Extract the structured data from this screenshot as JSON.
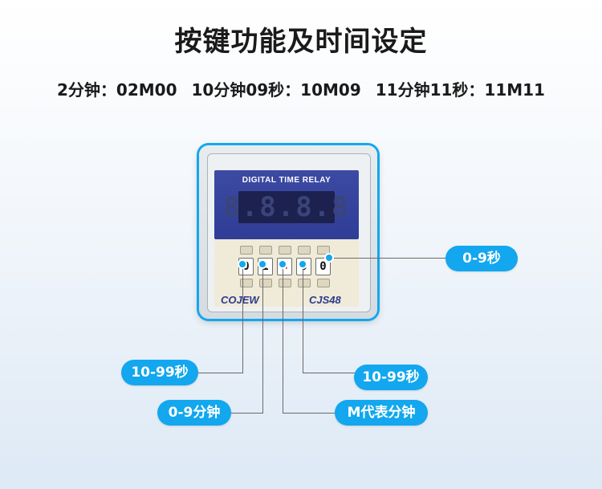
{
  "title": "按键功能及时间设定",
  "examples": [
    "2分钟：02M00",
    "10分钟09秒：10M09",
    "11分钟11秒：11M11"
  ],
  "device": {
    "panel_label": "DIGITAL TIME RELAY",
    "display": "8.8.8.8",
    "digits": [
      "0",
      "1",
      "M",
      "0",
      "0"
    ],
    "brand": "COJEW",
    "model": "CJS48"
  },
  "callouts": {
    "seconds_units": "0-9秒",
    "minutes_tens": "10-99秒",
    "minutes_units": "0-9分钟",
    "mode": "M代表分钟",
    "seconds_tens": "10-99秒"
  },
  "colors": {
    "accent": "#12a7ee",
    "panel": "#2f3d96",
    "title": "#1a1a1a"
  }
}
